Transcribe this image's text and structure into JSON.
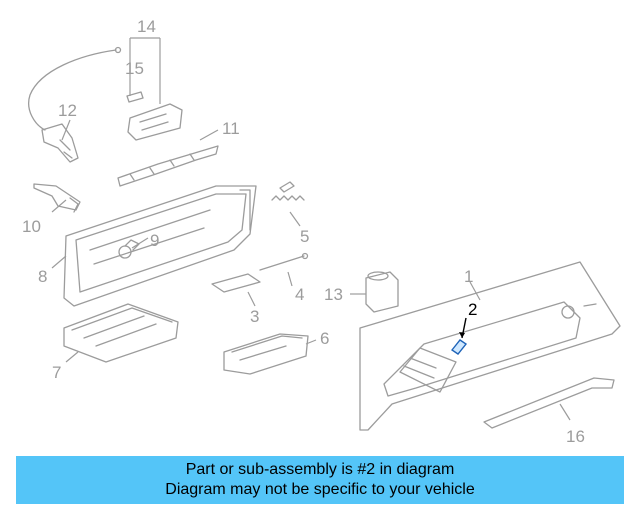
{
  "diagram": {
    "callouts": {
      "c1": "1",
      "c2": "2",
      "c3": "3",
      "c4": "4",
      "c5": "5",
      "c6": "6",
      "c7": "7",
      "c8": "8",
      "c9": "9",
      "c10": "10",
      "c11": "11",
      "c12": "12",
      "c13": "13",
      "c14": "14",
      "c15": "15",
      "c16": "16"
    },
    "highlighted_part": "2",
    "colors": {
      "line": "#9c9c9c",
      "highlight": "#1e63b8",
      "banner": "#54c5f8"
    }
  },
  "banner": {
    "line1": "Part or sub-assembly is #2 in diagram",
    "line2": "Diagram may not be specific to your vehicle"
  }
}
